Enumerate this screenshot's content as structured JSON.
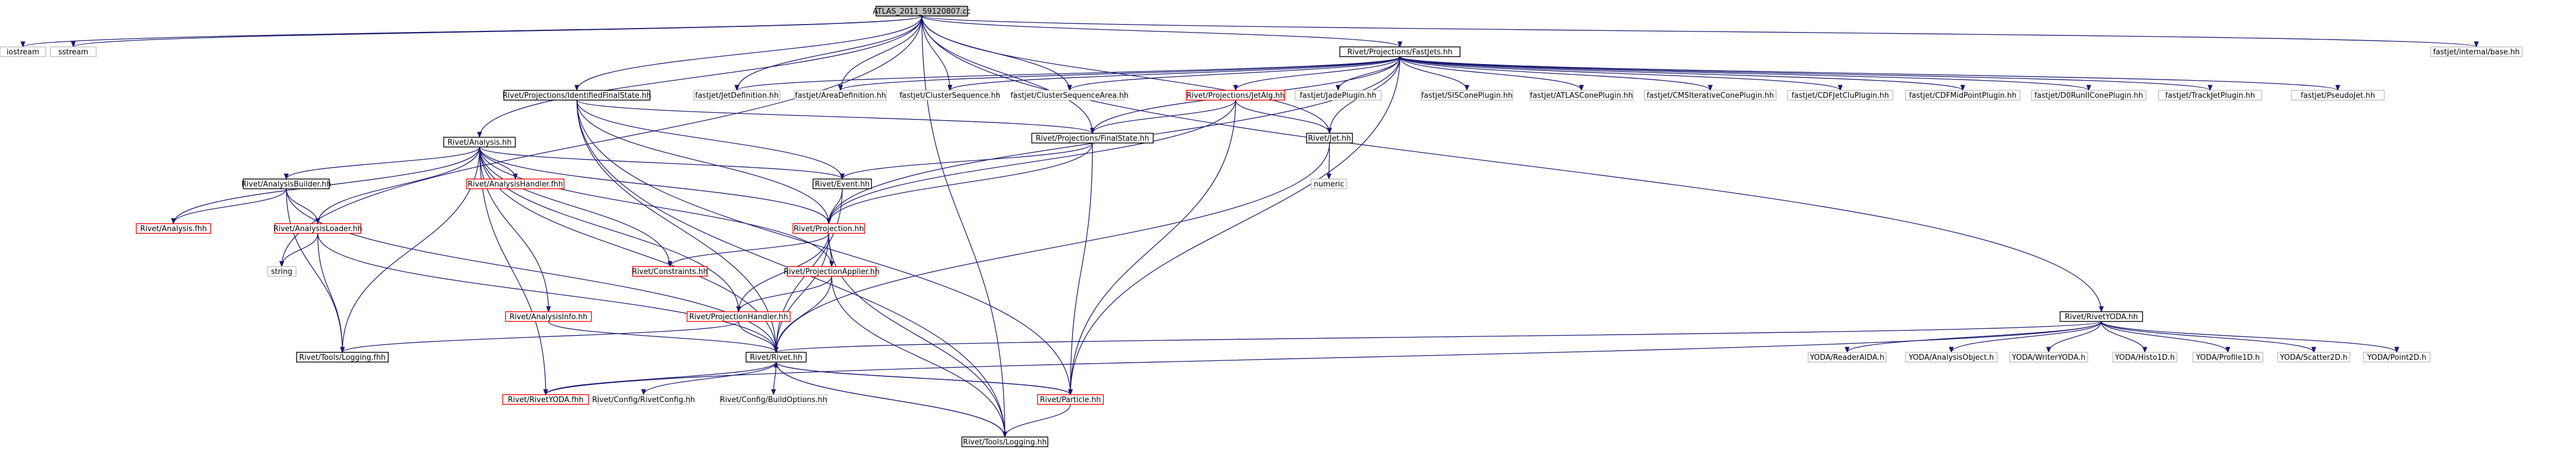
{
  "colors": {
    "edge": "#191970",
    "root_fill": "#bfbfbf",
    "border_black": "#000000",
    "border_red": "#ff0000",
    "border_gray": "#bfbfbf"
  },
  "nodes": [
    {
      "id": "root",
      "label": "ATLAS_2011_S9120807.cc",
      "style": "root"
    },
    {
      "id": "iostream",
      "label": "iostream",
      "style": "gray"
    },
    {
      "id": "sstream",
      "label": "sstream",
      "style": "gray"
    },
    {
      "id": "fastjet_internal",
      "label": "fastjet/internal/base.hh",
      "style": "gray"
    },
    {
      "id": "fastjets",
      "label": "Rivet/Projections/FastJets.hh",
      "style": "black"
    },
    {
      "id": "idfs",
      "label": "Rivet/Projections/IdentifiedFinalState.hh",
      "style": "black"
    },
    {
      "id": "fj_jetdef",
      "label": "fastjet/JetDefinition.hh",
      "style": "gray"
    },
    {
      "id": "fj_areadef",
      "label": "fastjet/AreaDefinition.hh",
      "style": "gray"
    },
    {
      "id": "fj_cs",
      "label": "fastjet/ClusterSequence.hh",
      "style": "gray"
    },
    {
      "id": "fj_csa",
      "label": "fastjet/ClusterSequenceArea.hh",
      "style": "gray"
    },
    {
      "id": "jetalg",
      "label": "Rivet/Projections/JetAlg.hh",
      "style": "red"
    },
    {
      "id": "fj_jade",
      "label": "fastjet/JadePlugin.hh",
      "style": "gray"
    },
    {
      "id": "fj_siscone",
      "label": "fastjet/SISConePlugin.hh",
      "style": "gray"
    },
    {
      "id": "fj_atlascone",
      "label": "fastjet/ATLASConePlugin.hh",
      "style": "gray"
    },
    {
      "id": "fj_cmscone",
      "label": "fastjet/CMSIterativeConePlugin.hh",
      "style": "gray"
    },
    {
      "id": "fj_cdfclu",
      "label": "fastjet/CDFJetCluPlugin.hh",
      "style": "gray"
    },
    {
      "id": "fj_cdfmid",
      "label": "fastjet/CDFMidPointPlugin.hh",
      "style": "gray"
    },
    {
      "id": "fj_d0",
      "label": "fastjet/D0RunIIConePlugin.hh",
      "style": "gray"
    },
    {
      "id": "fj_track",
      "label": "fastjet/TrackJetPlugin.hh",
      "style": "gray"
    },
    {
      "id": "fj_pseudo",
      "label": "fastjet/PseudoJet.hh",
      "style": "gray"
    },
    {
      "id": "analysis",
      "label": "Rivet/Analysis.hh",
      "style": "black"
    },
    {
      "id": "finalstate",
      "label": "Rivet/Projections/FinalState.hh",
      "style": "black"
    },
    {
      "id": "jet",
      "label": "Rivet/Jet.hh",
      "style": "black"
    },
    {
      "id": "numeric",
      "label": "numeric",
      "style": "gray"
    },
    {
      "id": "abuilder",
      "label": "Rivet/AnalysisBuilder.hh",
      "style": "black"
    },
    {
      "id": "ahandler",
      "label": "Rivet/AnalysisHandler.fhh",
      "style": "red"
    },
    {
      "id": "event",
      "label": "Rivet/Event.hh",
      "style": "black"
    },
    {
      "id": "analysis_fhh",
      "label": "Rivet/Analysis.fhh",
      "style": "red"
    },
    {
      "id": "aloader",
      "label": "Rivet/AnalysisLoader.hh",
      "style": "red"
    },
    {
      "id": "projection",
      "label": "Rivet/Projection.hh",
      "style": "red"
    },
    {
      "id": "string",
      "label": "string",
      "style": "gray"
    },
    {
      "id": "constraints",
      "label": "Rivet/Constraints.hh",
      "style": "red"
    },
    {
      "id": "papplier",
      "label": "Rivet/ProjectionApplier.hh",
      "style": "red"
    },
    {
      "id": "ainfo",
      "label": "Rivet/AnalysisInfo.hh",
      "style": "red"
    },
    {
      "id": "phandler",
      "label": "Rivet/ProjectionHandler.hh",
      "style": "red"
    },
    {
      "id": "logging_fhh",
      "label": "Rivet/Tools/Logging.fhh",
      "style": "black"
    },
    {
      "id": "rivet",
      "label": "Rivet/Rivet.hh",
      "style": "black"
    },
    {
      "id": "rivetyoda_fhh",
      "label": "Rivet/RivetYODA.fhh",
      "style": "red"
    },
    {
      "id": "rivetconfig",
      "label": "Rivet/Config/RivetConfig.hh",
      "style": "gray"
    },
    {
      "id": "buildopts",
      "label": "Rivet/Config/BuildOptions.hh",
      "style": "gray"
    },
    {
      "id": "particle",
      "label": "Rivet/Particle.hh",
      "style": "red"
    },
    {
      "id": "logging_hh",
      "label": "Rivet/Tools/Logging.hh",
      "style": "black"
    },
    {
      "id": "rivetyoda",
      "label": "Rivet/RivetYODA.hh",
      "style": "black"
    },
    {
      "id": "yoda_reader",
      "label": "YODA/ReaderAIDA.h",
      "style": "gray"
    },
    {
      "id": "yoda_ao",
      "label": "YODA/AnalysisObject.h",
      "style": "gray"
    },
    {
      "id": "yoda_writer",
      "label": "YODA/WriterYODA.h",
      "style": "gray"
    },
    {
      "id": "yoda_h1",
      "label": "YODA/Histo1D.h",
      "style": "gray"
    },
    {
      "id": "yoda_p1",
      "label": "YODA/Profile1D.h",
      "style": "gray"
    },
    {
      "id": "yoda_s2",
      "label": "YODA/Scatter2D.h",
      "style": "gray"
    },
    {
      "id": "yoda_pt",
      "label": "YODA/Point2D.h",
      "style": "gray"
    }
  ],
  "edges": [
    [
      "root",
      "iostream"
    ],
    [
      "root",
      "sstream"
    ],
    [
      "root",
      "fastjets"
    ],
    [
      "root",
      "idfs"
    ],
    [
      "root",
      "analysis"
    ],
    [
      "root",
      "fastjet_internal"
    ],
    [
      "root",
      "rivetyoda"
    ],
    [
      "root",
      "logging_hh"
    ],
    [
      "root",
      "string"
    ],
    [
      "root",
      "fj_jetdef"
    ],
    [
      "root",
      "fj_areadef"
    ],
    [
      "root",
      "fj_cs"
    ],
    [
      "root",
      "fj_csa"
    ],
    [
      "root",
      "finalstate"
    ],
    [
      "root",
      "jet"
    ],
    [
      "fastjets",
      "fj_jetdef"
    ],
    [
      "fastjets",
      "fj_areadef"
    ],
    [
      "fastjets",
      "fj_cs"
    ],
    [
      "fastjets",
      "fj_csa"
    ],
    [
      "fastjets",
      "jetalg"
    ],
    [
      "fastjets",
      "fj_jade"
    ],
    [
      "fastjets",
      "fj_siscone"
    ],
    [
      "fastjets",
      "fj_atlascone"
    ],
    [
      "fastjets",
      "fj_cmscone"
    ],
    [
      "fastjets",
      "fj_cdfclu"
    ],
    [
      "fastjets",
      "fj_cdfmid"
    ],
    [
      "fastjets",
      "fj_d0"
    ],
    [
      "fastjets",
      "fj_track"
    ],
    [
      "fastjets",
      "fj_pseudo"
    ],
    [
      "fastjets",
      "jet"
    ],
    [
      "fastjets",
      "finalstate"
    ],
    [
      "fastjets",
      "particle"
    ],
    [
      "fastjets",
      "projection"
    ],
    [
      "idfs",
      "finalstate"
    ],
    [
      "idfs",
      "event"
    ],
    [
      "idfs",
      "projection"
    ],
    [
      "idfs",
      "particle"
    ],
    [
      "idfs",
      "rivet"
    ],
    [
      "idfs",
      "logging_hh"
    ],
    [
      "jetalg",
      "finalstate"
    ],
    [
      "jetalg",
      "jet"
    ],
    [
      "jetalg",
      "particle"
    ],
    [
      "jetalg",
      "projection"
    ],
    [
      "analysis",
      "abuilder"
    ],
    [
      "analysis",
      "ahandler"
    ],
    [
      "analysis",
      "event"
    ],
    [
      "analysis",
      "analysis_fhh"
    ],
    [
      "analysis",
      "aloader"
    ],
    [
      "analysis",
      "projection"
    ],
    [
      "analysis",
      "constraints"
    ],
    [
      "analysis",
      "papplier"
    ],
    [
      "analysis",
      "ainfo"
    ],
    [
      "analysis",
      "phandler"
    ],
    [
      "analysis",
      "logging_fhh"
    ],
    [
      "analysis",
      "rivet"
    ],
    [
      "analysis",
      "rivetyoda_fhh"
    ],
    [
      "finalstate",
      "projection"
    ],
    [
      "finalstate",
      "particle"
    ],
    [
      "finalstate",
      "event"
    ],
    [
      "jet",
      "numeric"
    ],
    [
      "jet",
      "rivet"
    ],
    [
      "abuilder",
      "analysis_fhh"
    ],
    [
      "abuilder",
      "aloader"
    ],
    [
      "abuilder",
      "logging_fhh"
    ],
    [
      "abuilder",
      "rivet"
    ],
    [
      "event",
      "projection"
    ],
    [
      "event",
      "rivet"
    ],
    [
      "aloader",
      "string"
    ],
    [
      "aloader",
      "logging_fhh"
    ],
    [
      "aloader",
      "rivet"
    ],
    [
      "projection",
      "constraints"
    ],
    [
      "projection",
      "papplier"
    ],
    [
      "projection",
      "phandler"
    ],
    [
      "projection",
      "rivet"
    ],
    [
      "projection",
      "logging_hh"
    ],
    [
      "papplier",
      "phandler"
    ],
    [
      "papplier",
      "rivet"
    ],
    [
      "papplier",
      "logging_hh"
    ],
    [
      "ainfo",
      "rivet"
    ],
    [
      "phandler",
      "rivet"
    ],
    [
      "phandler",
      "logging_fhh"
    ],
    [
      "rivet",
      "rivetyoda_fhh"
    ],
    [
      "rivet",
      "rivetconfig"
    ],
    [
      "rivet",
      "buildopts"
    ],
    [
      "rivet",
      "particle"
    ],
    [
      "rivet",
      "logging_hh"
    ],
    [
      "particle",
      "rivet"
    ],
    [
      "particle",
      "logging_hh"
    ],
    [
      "logging_hh",
      "rivet"
    ],
    [
      "rivetyoda",
      "rivet"
    ],
    [
      "rivetyoda",
      "rivetyoda_fhh"
    ],
    [
      "rivetyoda",
      "yoda_reader"
    ],
    [
      "rivetyoda",
      "yoda_ao"
    ],
    [
      "rivetyoda",
      "yoda_writer"
    ],
    [
      "rivetyoda",
      "yoda_h1"
    ],
    [
      "rivetyoda",
      "yoda_p1"
    ],
    [
      "rivetyoda",
      "yoda_s2"
    ],
    [
      "rivetyoda",
      "yoda_pt"
    ]
  ]
}
